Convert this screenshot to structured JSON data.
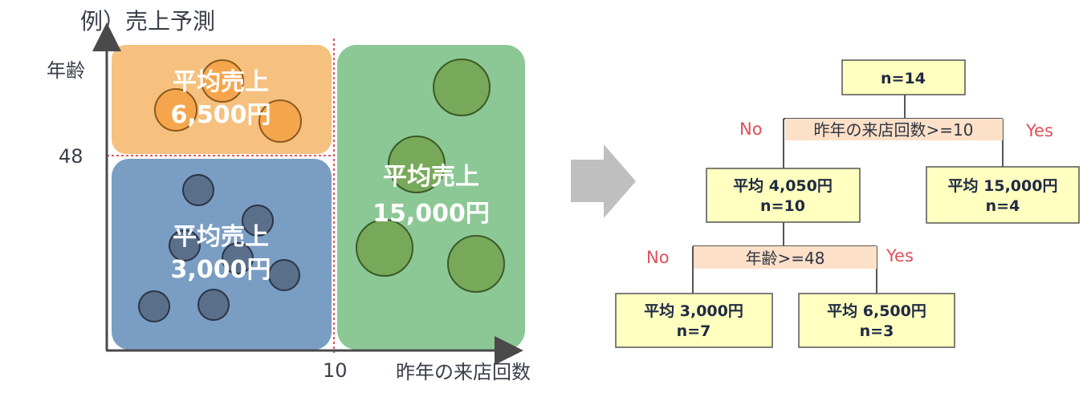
{
  "title": "例）売上予測",
  "scatter": {
    "y_axis_label": "年齢",
    "x_axis_label": "昨年の来店回数",
    "y_tick": "48",
    "x_tick": "10",
    "regions": {
      "orange": {
        "line1": "平均売上",
        "line2": "6,500円",
        "color": "#f6c07f"
      },
      "blue": {
        "line1": "平均売上",
        "line2": "3,000円",
        "color": "#7a9dc3"
      },
      "green": {
        "line1": "平均売上",
        "line2": "15,000円",
        "color": "#8cc895"
      }
    }
  },
  "tree": {
    "root": {
      "line1": "n=14"
    },
    "split1": {
      "condition": "昨年の来店回数>=10",
      "no": "No",
      "yes": "Yes"
    },
    "left": {
      "line1": "平均 4,050円",
      "line2": "n=10"
    },
    "right": {
      "line1": "平均 15,000円",
      "line2": "n=4"
    },
    "split2": {
      "condition": "年齢>=48",
      "no": "No",
      "yes": "Yes"
    },
    "leaf_left": {
      "line1": "平均 3,000円",
      "line2": "n=7"
    },
    "leaf_right": {
      "line1": "平均 6,500円",
      "line2": "n=3"
    }
  },
  "colors": {
    "node_fill": "#ffffc0",
    "condition_fill": "#fde0c8",
    "label_red": "#e0505a",
    "arrow_gray": "#bfbfbf"
  }
}
